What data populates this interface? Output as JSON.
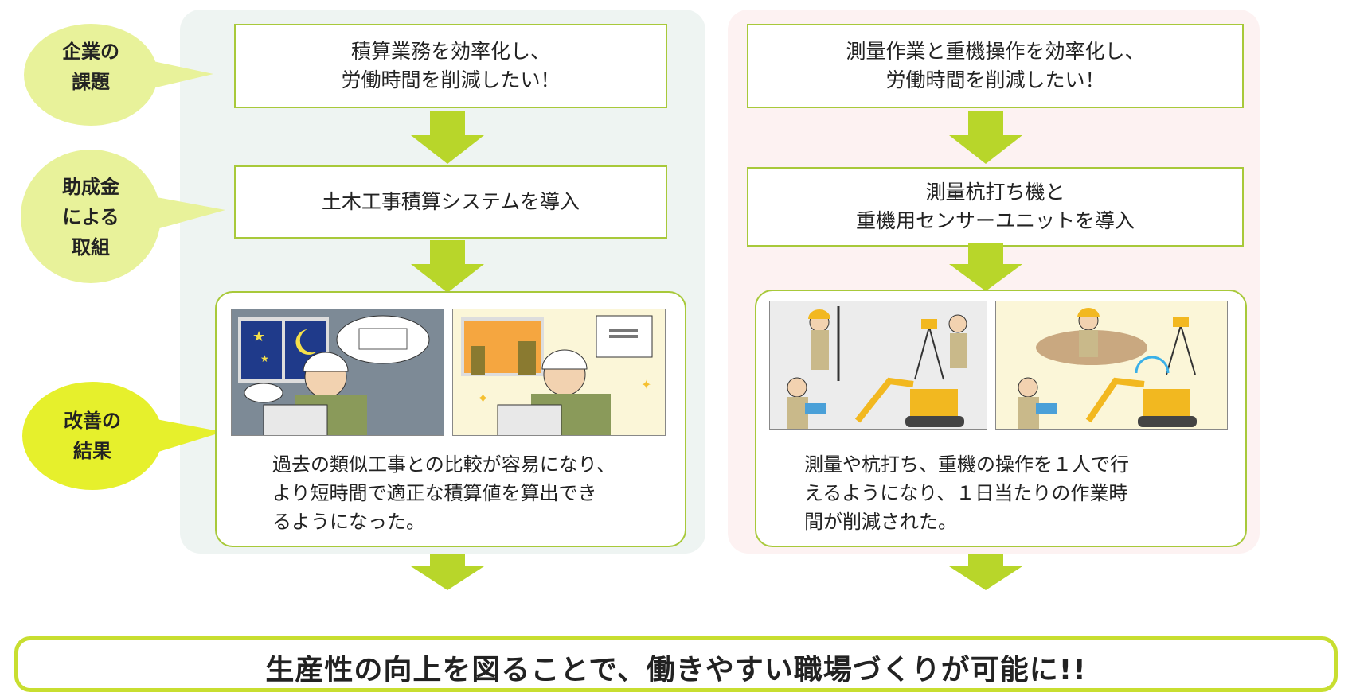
{
  "labels": {
    "issue": [
      "企業の",
      "課題"
    ],
    "initiative": [
      "助成金",
      "による",
      "取組"
    ],
    "result": [
      "改善の",
      "結果"
    ]
  },
  "left": {
    "issue": [
      "積算業務を効率化し、",
      "労働時間を削減したい！"
    ],
    "initiative": [
      "土木工事積算システムを導入"
    ],
    "result": [
      "過去の類似工事との比較が容易になり、",
      "より短時間で適正な積算値を算出でき",
      "るようになった。"
    ]
  },
  "right": {
    "issue": [
      "測量作業と重機操作を効率化し、",
      "労働時間を削減したい！"
    ],
    "initiative": [
      "測量杭打ち機と",
      "重機用センサーユニットを導入"
    ],
    "result": [
      "測量や杭打ち、重機の操作を１人で行",
      "えるようになり、１日当たりの作業時",
      "間が削減された。"
    ]
  },
  "conclusion": "生産性の向上を図ることで、働きやすい職場づくりが可能に!!",
  "colors": {
    "left_panel": "#eef4f2",
    "right_panel": "#fdf2f2",
    "bubble": "#e8f29a",
    "bubble_result": "#e6f02c",
    "arrow": "#b8d62a",
    "border": "#a8c93a"
  }
}
